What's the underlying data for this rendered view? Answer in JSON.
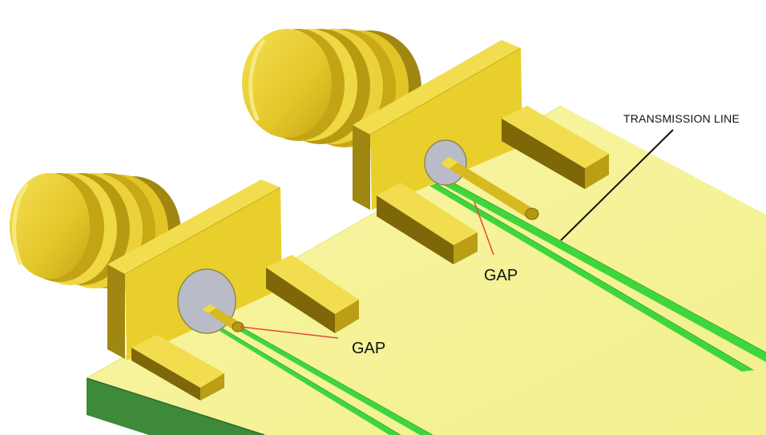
{
  "labels": {
    "transmission_line": "TRANSMISSION LINE",
    "gap_upper": "GAP",
    "gap_lower": "GAP"
  },
  "colors": {
    "board_top": "#f6f39a",
    "board_side": "#3d8a3a",
    "metal_front": "#e9cf2c",
    "metal_side": "#a08711",
    "metal_top": "#f2dd4f",
    "metal_dark": "#7a6408",
    "insulator": "#b9bcc6",
    "trace": "#3fd63c",
    "gap_pointer": "#e8453c",
    "tl_pointer": "#111111"
  }
}
